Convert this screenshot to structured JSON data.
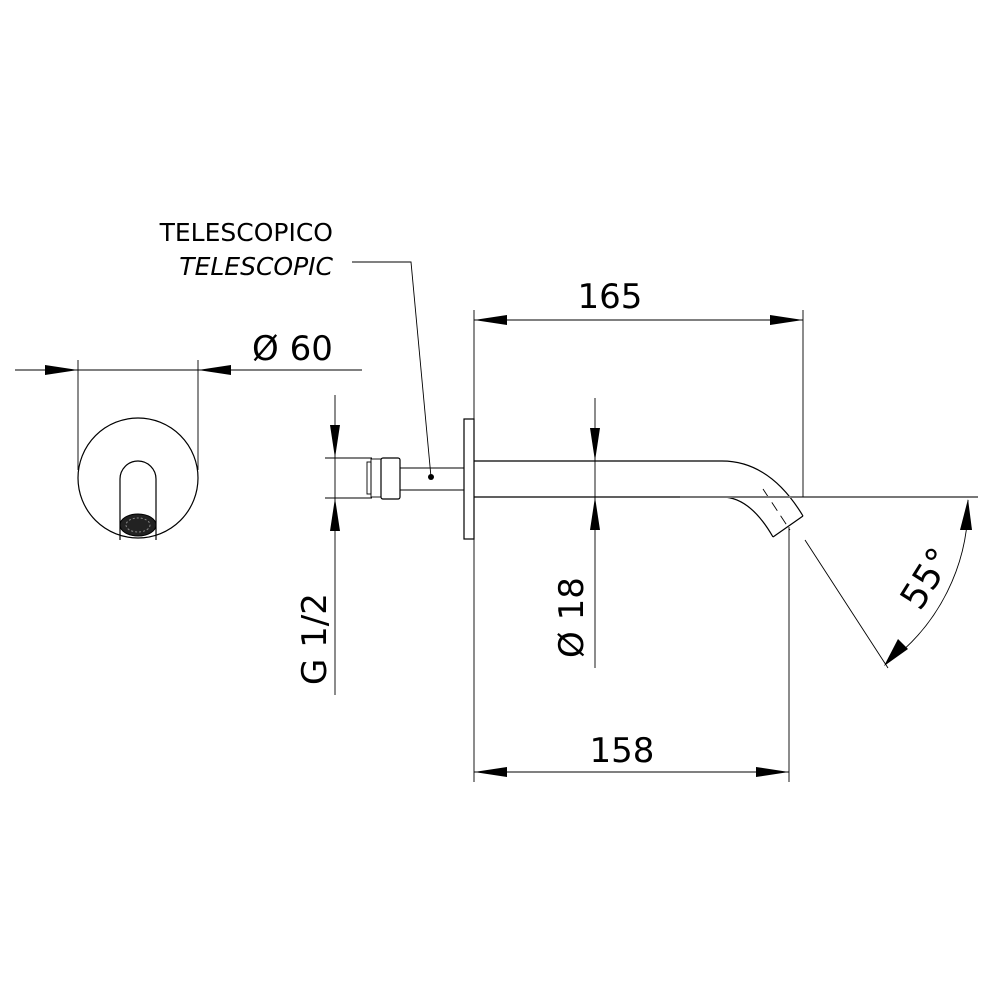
{
  "labels": {
    "telescopic_it": "TELESCOPICO",
    "telescopic_en": "TELESCOPIC"
  },
  "dimensions": {
    "flange_diameter": "Ø 60",
    "thread": "G 1/2",
    "spout_length_top": "165",
    "spout_length_bottom": "158",
    "spout_diameter": "Ø 18",
    "angle": "55°"
  }
}
